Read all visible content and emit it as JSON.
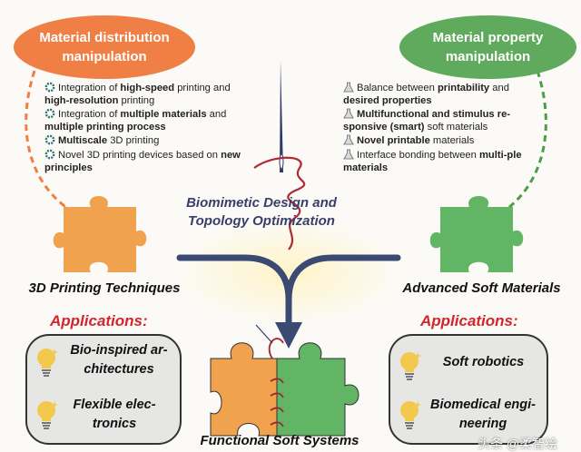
{
  "left_bubble": {
    "line1": "Material distribution",
    "line2": "manipulation",
    "color": "#ef7f45"
  },
  "right_bubble": {
    "line1": "Material property",
    "line2": "manipulation",
    "color": "#5faa5c"
  },
  "left_bullets": [
    {
      "icon": "gear-icon",
      "parts": [
        [
          "Integration of ",
          false
        ],
        [
          "high-speed",
          true
        ],
        [
          " printing and ",
          false
        ],
        [
          "high-resolution",
          true
        ],
        [
          " printing",
          false
        ]
      ]
    },
    {
      "icon": "gear-icon",
      "parts": [
        [
          "Integration of ",
          false
        ],
        [
          "multiple materials",
          true
        ],
        [
          " and ",
          false
        ],
        [
          "multiple printing process",
          true
        ]
      ]
    },
    {
      "icon": "gear-icon",
      "parts": [
        [
          "Multiscale",
          true
        ],
        [
          " 3D printing",
          false
        ]
      ]
    },
    {
      "icon": "gear-icon",
      "parts": [
        [
          "Novel 3D printing devices based on ",
          false
        ],
        [
          "new principles",
          true
        ]
      ]
    }
  ],
  "right_bullets": [
    {
      "icon": "flask-icon",
      "parts": [
        [
          "Balance between ",
          false
        ],
        [
          "printability",
          true
        ],
        [
          " and ",
          false
        ],
        [
          "desired properties",
          true
        ]
      ]
    },
    {
      "icon": "flask-icon",
      "parts": [
        [
          "Multifunctional and stimulus re-sponsive (smart)",
          true
        ],
        [
          " soft materials",
          false
        ]
      ]
    },
    {
      "icon": "flask-icon",
      "parts": [
        [
          "Novel printable",
          true
        ],
        [
          " materials",
          false
        ]
      ]
    },
    {
      "icon": "flask-icon",
      "parts": [
        [
          "Interface bonding between ",
          false
        ],
        [
          "multi-ple materials",
          true
        ]
      ]
    }
  ],
  "center": {
    "line1": "Biomimetic Design and",
    "line2": "Topology Optimization"
  },
  "labels": {
    "left": "3D Printing Techniques",
    "right": "Advanced Soft Materials",
    "bottom": "Functional Soft Systems"
  },
  "applications_title": "Applications:",
  "left_apps": [
    "Bio-inspired ar-chitectures",
    "Flexible elec-tronics"
  ],
  "right_apps": [
    "Soft robotics",
    "Biomedical engi-neering"
  ],
  "watermark": "头条 @柔智绘",
  "colors": {
    "orange": "#f0a24e",
    "green": "#62b565",
    "arrow": "#3a4a72",
    "red": "#d3262c"
  }
}
